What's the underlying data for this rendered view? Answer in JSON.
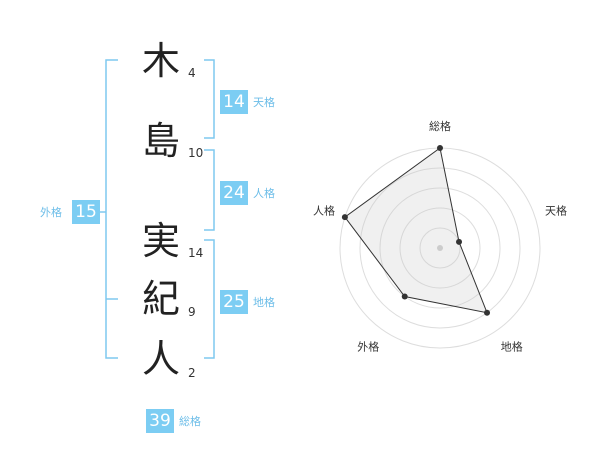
{
  "name_chars": [
    {
      "char": "木",
      "strokes": "4"
    },
    {
      "char": "島",
      "strokes": "10"
    },
    {
      "char": "実",
      "strokes": "14"
    },
    {
      "char": "紀",
      "strokes": "9"
    },
    {
      "char": "人",
      "strokes": "2"
    }
  ],
  "fortunes": {
    "tenkaku": {
      "value": "14",
      "label": "天格"
    },
    "jinkaku": {
      "value": "24",
      "label": "人格"
    },
    "chikaku": {
      "value": "25",
      "label": "地格"
    },
    "gaikaku": {
      "value": "15",
      "label": "外格"
    },
    "soukaku": {
      "value": "39",
      "label": "総格"
    }
  },
  "colors": {
    "accent": "#7ccdf3",
    "label": "#6cbde8"
  },
  "chart_data": {
    "type": "radar",
    "axes": [
      "総格",
      "天格",
      "地格",
      "外格",
      "人格"
    ],
    "values": [
      5,
      1,
      4,
      3,
      5
    ],
    "max": 5,
    "rings": 5
  }
}
